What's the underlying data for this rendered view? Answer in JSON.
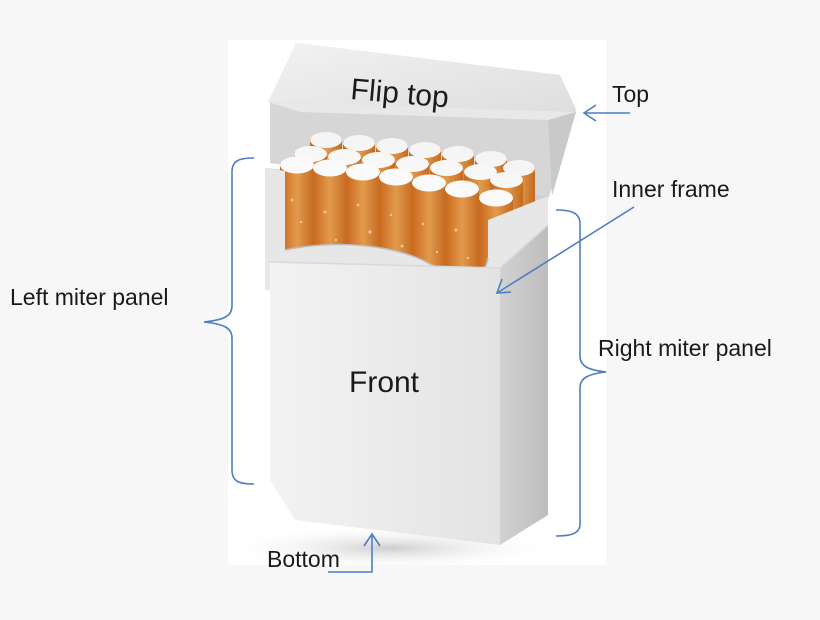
{
  "labels": {
    "flip_top": "Flip top",
    "front": "Front",
    "top": "Top",
    "inner_frame": "Inner frame",
    "left_miter_panel": "Left miter panel",
    "right_miter_panel": "Right miter panel",
    "bottom": "Bottom"
  },
  "colors": {
    "annotation": "#4f7ec1",
    "filter": "#d9822b",
    "paper": "#f4f4f4",
    "box": "#ececec"
  }
}
